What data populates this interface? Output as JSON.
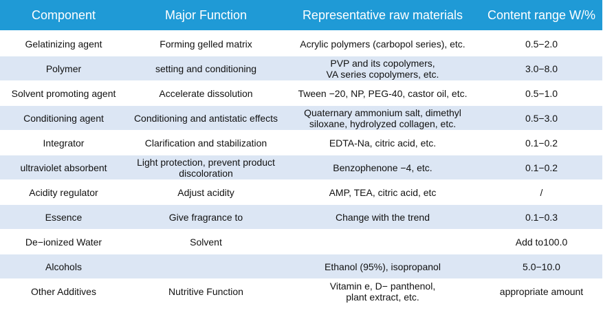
{
  "header": {
    "component": "Component",
    "function": "Major Function",
    "materials": "Representative raw materials",
    "content": "Content range W/%"
  },
  "rows": [
    {
      "component": "Gelatinizing agent",
      "function": "Forming gelled matrix",
      "materials": "Acrylic polymers (carbopol series), etc.",
      "content": "0.5−2.0"
    },
    {
      "component": "Polymer",
      "function": "setting and conditioning",
      "materials": "PVP and its copolymers,\nVA series copolymers, etc.",
      "content": "3.0−8.0"
    },
    {
      "component": "Solvent promoting agent",
      "function": "Accelerate dissolution",
      "materials": "Tween −20, NP, PEG-40, castor oil, etc.",
      "content": "0.5−1.0"
    },
    {
      "component": "Conditioning agent",
      "function": "Conditioning and antistatic effects",
      "materials": "Quaternary ammonium salt, dimethyl\nsiloxane, hydrolyzed collagen, etc.",
      "content": "0.5−3.0"
    },
    {
      "component": "Integrator",
      "function": "Clarification and stabilization",
      "materials": "EDTA-Na, citric acid, etc.",
      "content": "0.1−0.2"
    },
    {
      "component": "ultraviolet absorbent",
      "function": "Light protection, prevent product\ndiscoloration",
      "materials": "Benzophenone −4, etc.",
      "content": "0.1−0.2"
    },
    {
      "component": "Acidity regulator",
      "function": "Adjust acidity",
      "materials": "AMP, TEA, citric acid, etc",
      "content": "/"
    },
    {
      "component": "Essence",
      "function": "Give fragrance to",
      "materials": "Change with the trend",
      "content": "0.1−0.3"
    },
    {
      "component": "De−ionized Water",
      "function": "Solvent",
      "materials": "",
      "content": "Add to100.0"
    },
    {
      "component": "Alcohols",
      "function": "",
      "materials": "Ethanol (95%), isopropanol",
      "content": "5.0−10.0"
    },
    {
      "component": "Other Additives",
      "function": "Nutritive Function",
      "materials": "Vitamin e, D− panthenol,\nplant extract, etc.",
      "content": "appropriate amount"
    }
  ]
}
